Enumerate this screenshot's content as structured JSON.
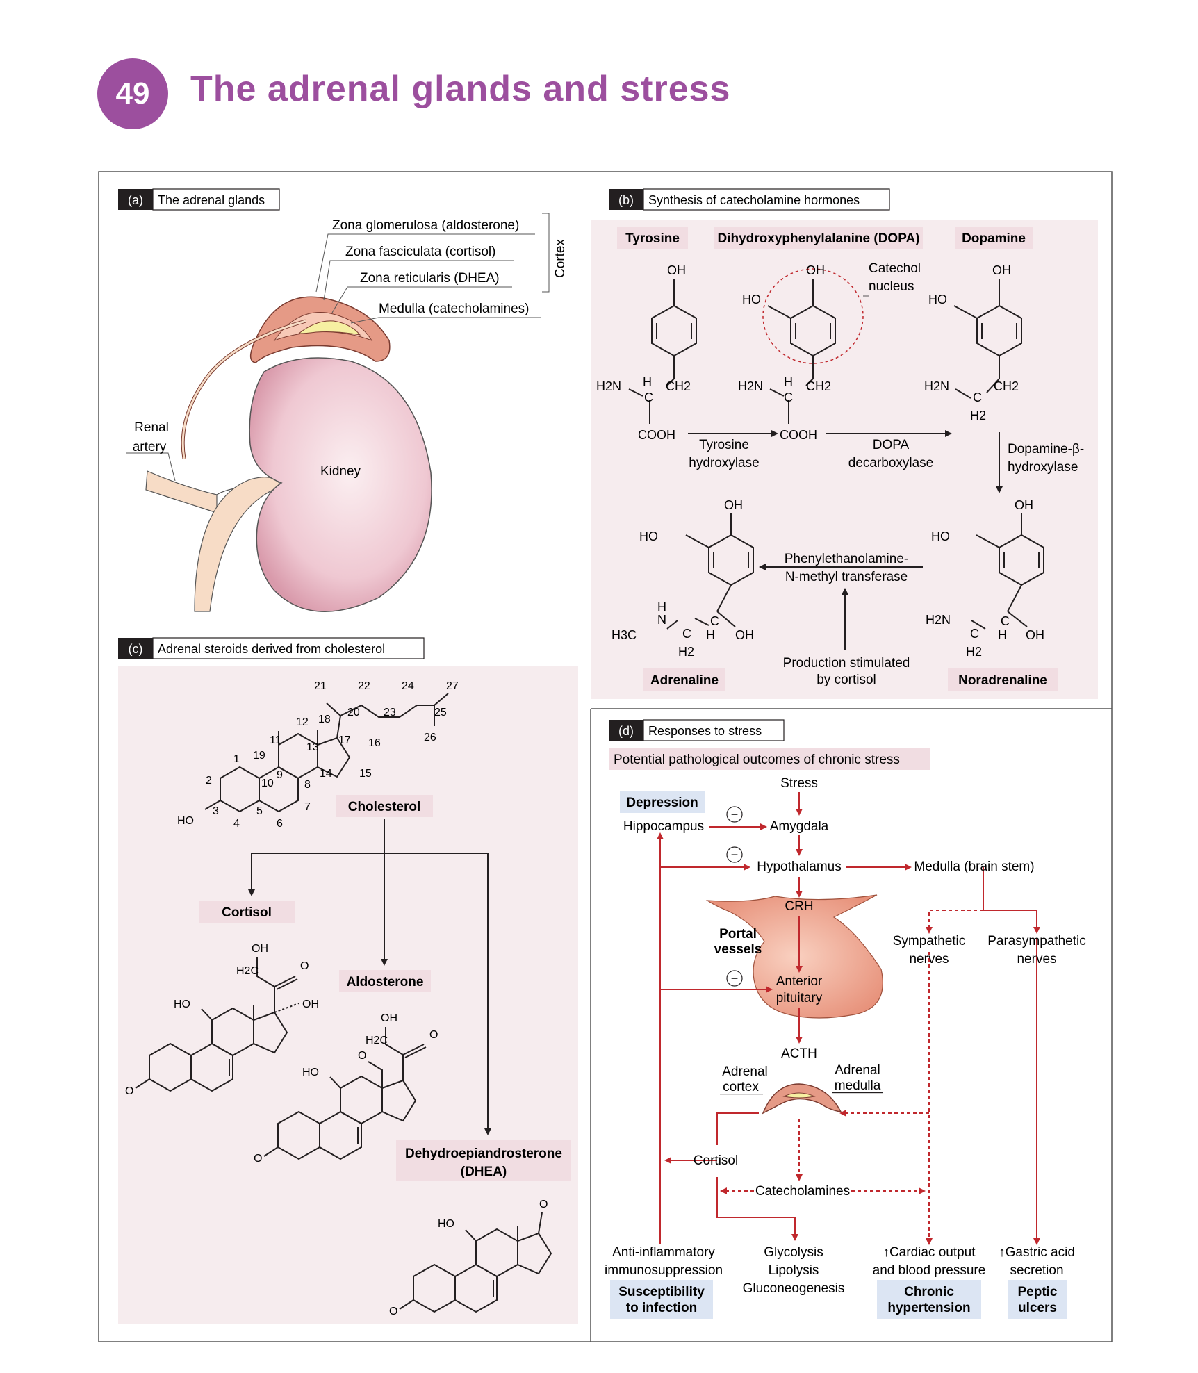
{
  "header": {
    "number": "49",
    "title": "The adrenal glands and stress"
  },
  "colors": {
    "purple": "#9c4f9e",
    "pink_panel": "#f6ecee",
    "label_bg": "#f1dde2",
    "blue_label": "#dce5f3",
    "red": "#c0282d"
  },
  "panel_a": {
    "letter": "(a)",
    "title": "The adrenal glands",
    "zona_glomerulosa": "Zona glomerulosa (aldosterone)",
    "zona_fasciculata": "Zona fasciculata (cortisol)",
    "zona_reticularis": "Zona reticularis (DHEA)",
    "medulla": "Medulla (catecholamines)",
    "cortex": "Cortex",
    "renal_artery_1": "Renal",
    "renal_artery_2": "artery",
    "kidney": "Kidney"
  },
  "panel_b": {
    "letter": "(b)",
    "title": "Synthesis of catecholamine hormones",
    "tyrosine": "Tyrosine",
    "dopa": "Dihydroxyphenylalanine (DOPA)",
    "dopamine": "Dopamine",
    "catechol_1": "Catechol",
    "catechol_2": "nucleus",
    "enzyme1_1": "Tyrosine",
    "enzyme1_2": "hydroxylase",
    "enzyme2_1": "DOPA",
    "enzyme2_2": "decarboxylase",
    "enzyme3_1": "Dopamine-β-",
    "enzyme3_2": "hydroxylase",
    "enzyme4_1": "Phenylethanolamine-",
    "enzyme4_2": "N-methyl transferase",
    "stim_1": "Production stimulated",
    "stim_2": "by cortisol",
    "adrenaline": "Adrenaline",
    "noradrenaline": "Noradrenaline",
    "oh": "OH",
    "ho": "HO",
    "h2n": "H2N",
    "h": "H",
    "c": "C",
    "ch2": "CH2",
    "cooh": "COOH",
    "h2": "H2",
    "n": "N",
    "h3c": "H3C"
  },
  "panel_c": {
    "letter": "(c)",
    "title": "Adrenal steroids derived from cholesterol",
    "cholesterol": "Cholesterol",
    "cortisol": "Cortisol",
    "aldosterone": "Aldosterone",
    "dhea_1": "Dehydroepiandrosterone",
    "dhea_2": "(DHEA)",
    "numbers": [
      "1",
      "2",
      "3",
      "4",
      "5",
      "6",
      "7",
      "8",
      "9",
      "10",
      "11",
      "12",
      "13",
      "14",
      "15",
      "16",
      "17",
      "18",
      "19",
      "20",
      "21",
      "22",
      "23",
      "24",
      "25",
      "26",
      "27"
    ],
    "ho": "HO",
    "oh": "OH",
    "o": "O",
    "h2c": "H2C"
  },
  "panel_d": {
    "letter": "(d)",
    "title": "Responses to stress",
    "subtitle": "Potential pathological outcomes of chronic stress",
    "stress": "Stress",
    "depression": "Depression",
    "hippocampus": "Hippocampus",
    "amygdala": "Amygdala",
    "hypothalamus": "Hypothalamus",
    "medulla_brain": "Medulla (brain stem)",
    "crh": "CRH",
    "portal_1": "Portal",
    "portal_2": "vessels",
    "symp_1": "Sympathetic",
    "symp_2": "nerves",
    "para_1": "Parasympathetic",
    "para_2": "nerves",
    "anterior_1": "Anterior",
    "anterior_2": "pituitary",
    "acth": "ACTH",
    "adr_cortex_1": "Adrenal",
    "adr_cortex_2": "cortex",
    "adr_medulla_1": "Adrenal",
    "adr_medulla_2": "medulla",
    "cortisol": "Cortisol",
    "catecholamines": "Catecholamines",
    "minus": "−",
    "anti_1": "Anti-inflammatory",
    "anti_2": "immunosuppression",
    "gly_1": "Glycolysis",
    "gly_2": "Lipolysis",
    "gly_3": "Gluconeogenesis",
    "cardiac_1": "↑Cardiac output",
    "cardiac_2": "and blood pressure",
    "gastric_1": "↑Gastric acid",
    "gastric_2": "secretion",
    "infection_1": "Susceptibility",
    "infection_2": "to infection",
    "hyper_1": "Chronic",
    "hyper_2": "hypertension",
    "peptic_1": "Peptic",
    "peptic_2": "ulcers"
  }
}
